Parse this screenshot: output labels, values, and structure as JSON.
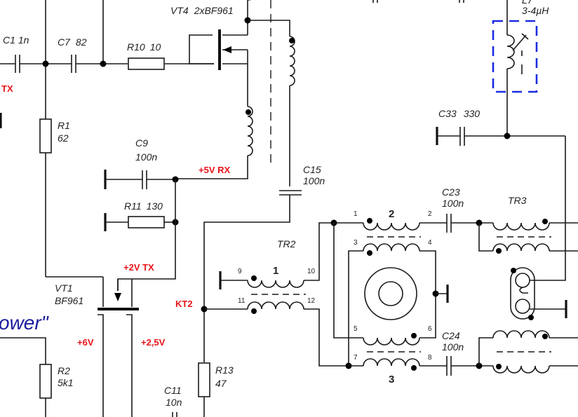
{
  "diagram": {
    "title": "RF front-end schematic fragment",
    "components": {
      "c1": {
        "ref": "C1",
        "value": "1n"
      },
      "c7": {
        "ref": "C7",
        "value": "82"
      },
      "r10": {
        "ref": "R10",
        "value": "10"
      },
      "vt4": {
        "ref": "VT4",
        "value": "2xBF961"
      },
      "r1": {
        "ref": "R1",
        "value": "62"
      },
      "c9": {
        "ref": "C9",
        "value": "100n"
      },
      "r11": {
        "ref": "R11",
        "value": "130"
      },
      "c15": {
        "ref": "C15",
        "value": "100n"
      },
      "vt1": {
        "ref": "VT1",
        "value": "BF961"
      },
      "r2": {
        "ref": "R2",
        "value": "5k1"
      },
      "r13": {
        "ref": "R13",
        "value": "47"
      },
      "c11": {
        "ref": "C11",
        "value": "10n"
      },
      "l7": {
        "ref": "L7",
        "value": "3-4µH"
      },
      "c33": {
        "ref": "C33",
        "value": "330"
      },
      "c23": {
        "ref": "C23",
        "value": "100n"
      },
      "c24": {
        "ref": "C24",
        "value": "100n"
      },
      "tr2": {
        "ref": "TR2"
      },
      "tr3": {
        "ref": "TR3"
      }
    },
    "net_labels": {
      "tx": "TX",
      "plus5v_rx": "+5V RX",
      "plus2v_tx": "+2V TX",
      "kt2": "KT2",
      "plus6v": "+6V",
      "plus2_5v": "+2,5V"
    },
    "annotation": "ower\"",
    "tr2_windings": {
      "w1": "1",
      "w2": "2",
      "w3": "3"
    },
    "tr2_pins": {
      "p1": "1",
      "p2": "2",
      "p3": "3",
      "p4": "4",
      "p5": "5",
      "p6": "6",
      "p7": "7",
      "p8": "8",
      "p9": "9",
      "p10": "10",
      "p11": "11",
      "p12": "12"
    },
    "colors": {
      "net_label": "#e8141a",
      "shield": "#1a2be0",
      "annotation": "#1a1a9e",
      "wire": "#1a1a1a"
    }
  }
}
